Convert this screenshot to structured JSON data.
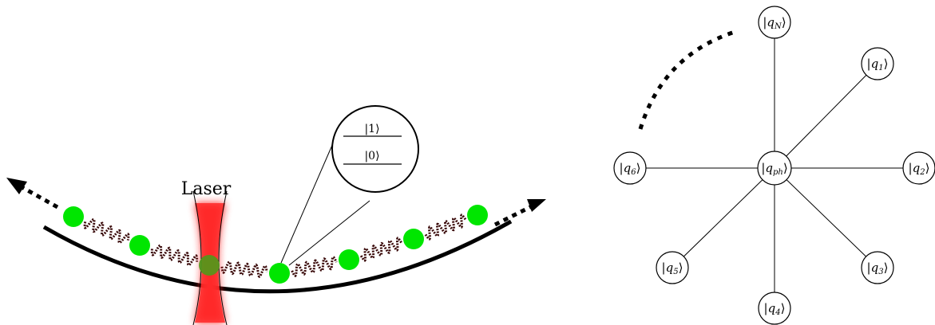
{
  "left_panel": {
    "laser_label": "Laser",
    "inset_levels": [
      "|1⟩",
      "|0⟩"
    ],
    "ion_color": "#00e600",
    "laser_color": "#ff2020",
    "trap_color": "#000000",
    "phonon_color": "#4a1010"
  },
  "right_panel": {
    "center": {
      "label": "|q",
      "sub": "ph",
      "close": "⟩"
    },
    "nodes": [
      {
        "id": "qN",
        "label": "|q",
        "sub": "N",
        "close": "⟩"
      },
      {
        "id": "q1",
        "label": "|q",
        "sub": "1",
        "close": "⟩"
      },
      {
        "id": "q2",
        "label": "|q",
        "sub": "2",
        "close": "⟩"
      },
      {
        "id": "q3",
        "label": "|q",
        "sub": "3",
        "close": "⟩"
      },
      {
        "id": "q4",
        "label": "|q",
        "sub": "4",
        "close": "⟩"
      },
      {
        "id": "q5",
        "label": "|q",
        "sub": "5",
        "close": "⟩"
      },
      {
        "id": "q6",
        "label": "|q",
        "sub": "6",
        "close": "⟩"
      }
    ]
  }
}
